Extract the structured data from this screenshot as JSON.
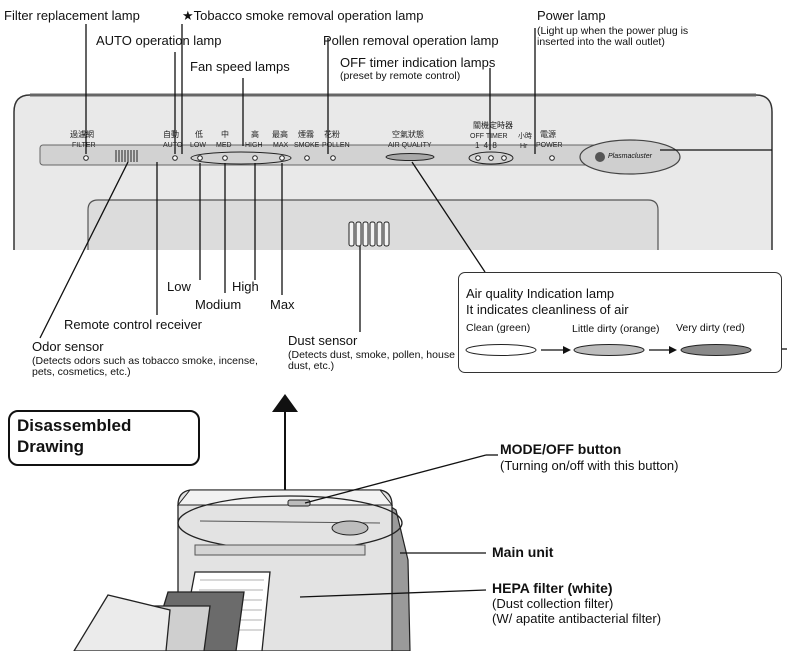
{
  "callouts": {
    "filter_lamp": "Filter replacement lamp",
    "tobacco_lamp": "★Tobacco smoke removal operation lamp",
    "power_lamp": "Power lamp",
    "power_lamp_note": "(Light up when the power plug is inserted into the wall outlet)",
    "auto_lamp": "AUTO operation lamp",
    "pollen_lamp": "Pollen removal operation lamp",
    "fan_speed_lamps": "Fan speed lamps",
    "off_timer_lamps": "OFF timer indication lamps",
    "off_timer_note": "(preset by remote control)",
    "low": "Low",
    "high": "High",
    "medium": "Modium",
    "max": "Max",
    "remote_receiver": "Remote control receiver",
    "odor_sensor": "Odor sensor",
    "odor_sensor_note": "(Detects odors such as tobacco smoke, incense, pets, cosmetics, etc.)",
    "dust_sensor": "Dust sensor",
    "dust_sensor_note": "(Detects dust, smoke, pollen, house dust, etc.)"
  },
  "panel_labels": {
    "filter_jp": "過濾網",
    "filter": "FILTER",
    "auto_jp": "自動",
    "auto": "AUTO",
    "low_jp": "低",
    "low": "LOW",
    "med_jp": "中",
    "med": "MED",
    "high_jp": "高",
    "high": "HIGH",
    "max_jp": "最高",
    "max": "MAX",
    "smoke_jp": "煙霧",
    "smoke": "SMOKE",
    "pollen_jp": "花粉",
    "pollen": "POLLEN",
    "air_quality_jp": "空氣狀態",
    "air_quality": "AIR QUALITY",
    "timer_jp": "關機定時器",
    "off_timer": "OFF TIMER",
    "timer_values": "1  4  8",
    "hr_jp": "小時",
    "hr": "Hr",
    "power_jp": "電源",
    "power": "POWER",
    "plasmacluster": "Plasmacluster"
  },
  "air_quality_box": {
    "title": "Air quality Indication lamp",
    "subtitle": "It indicates cleanliness of air",
    "clean": "Clean (green)",
    "little_dirty": "Little dirty (orange)",
    "very_dirty": "Very dirty (red)",
    "colors": {
      "clean": "#ffffff",
      "little_dirty": "#bdbdbd",
      "very_dirty": "#8a8a8a"
    }
  },
  "disassembled": {
    "line1": "Disassembled",
    "line2": "Drawing"
  },
  "parts": {
    "mode_off_button": "MODE/OFF button",
    "mode_off_note": "(Turning on/off with this button)",
    "main_unit": "Main unit",
    "hepa_filter": "HEPA filter (white)",
    "hepa_note1": "(Dust collection filter)",
    "hepa_note2": "(W/ apatite antibacterial filter)"
  }
}
